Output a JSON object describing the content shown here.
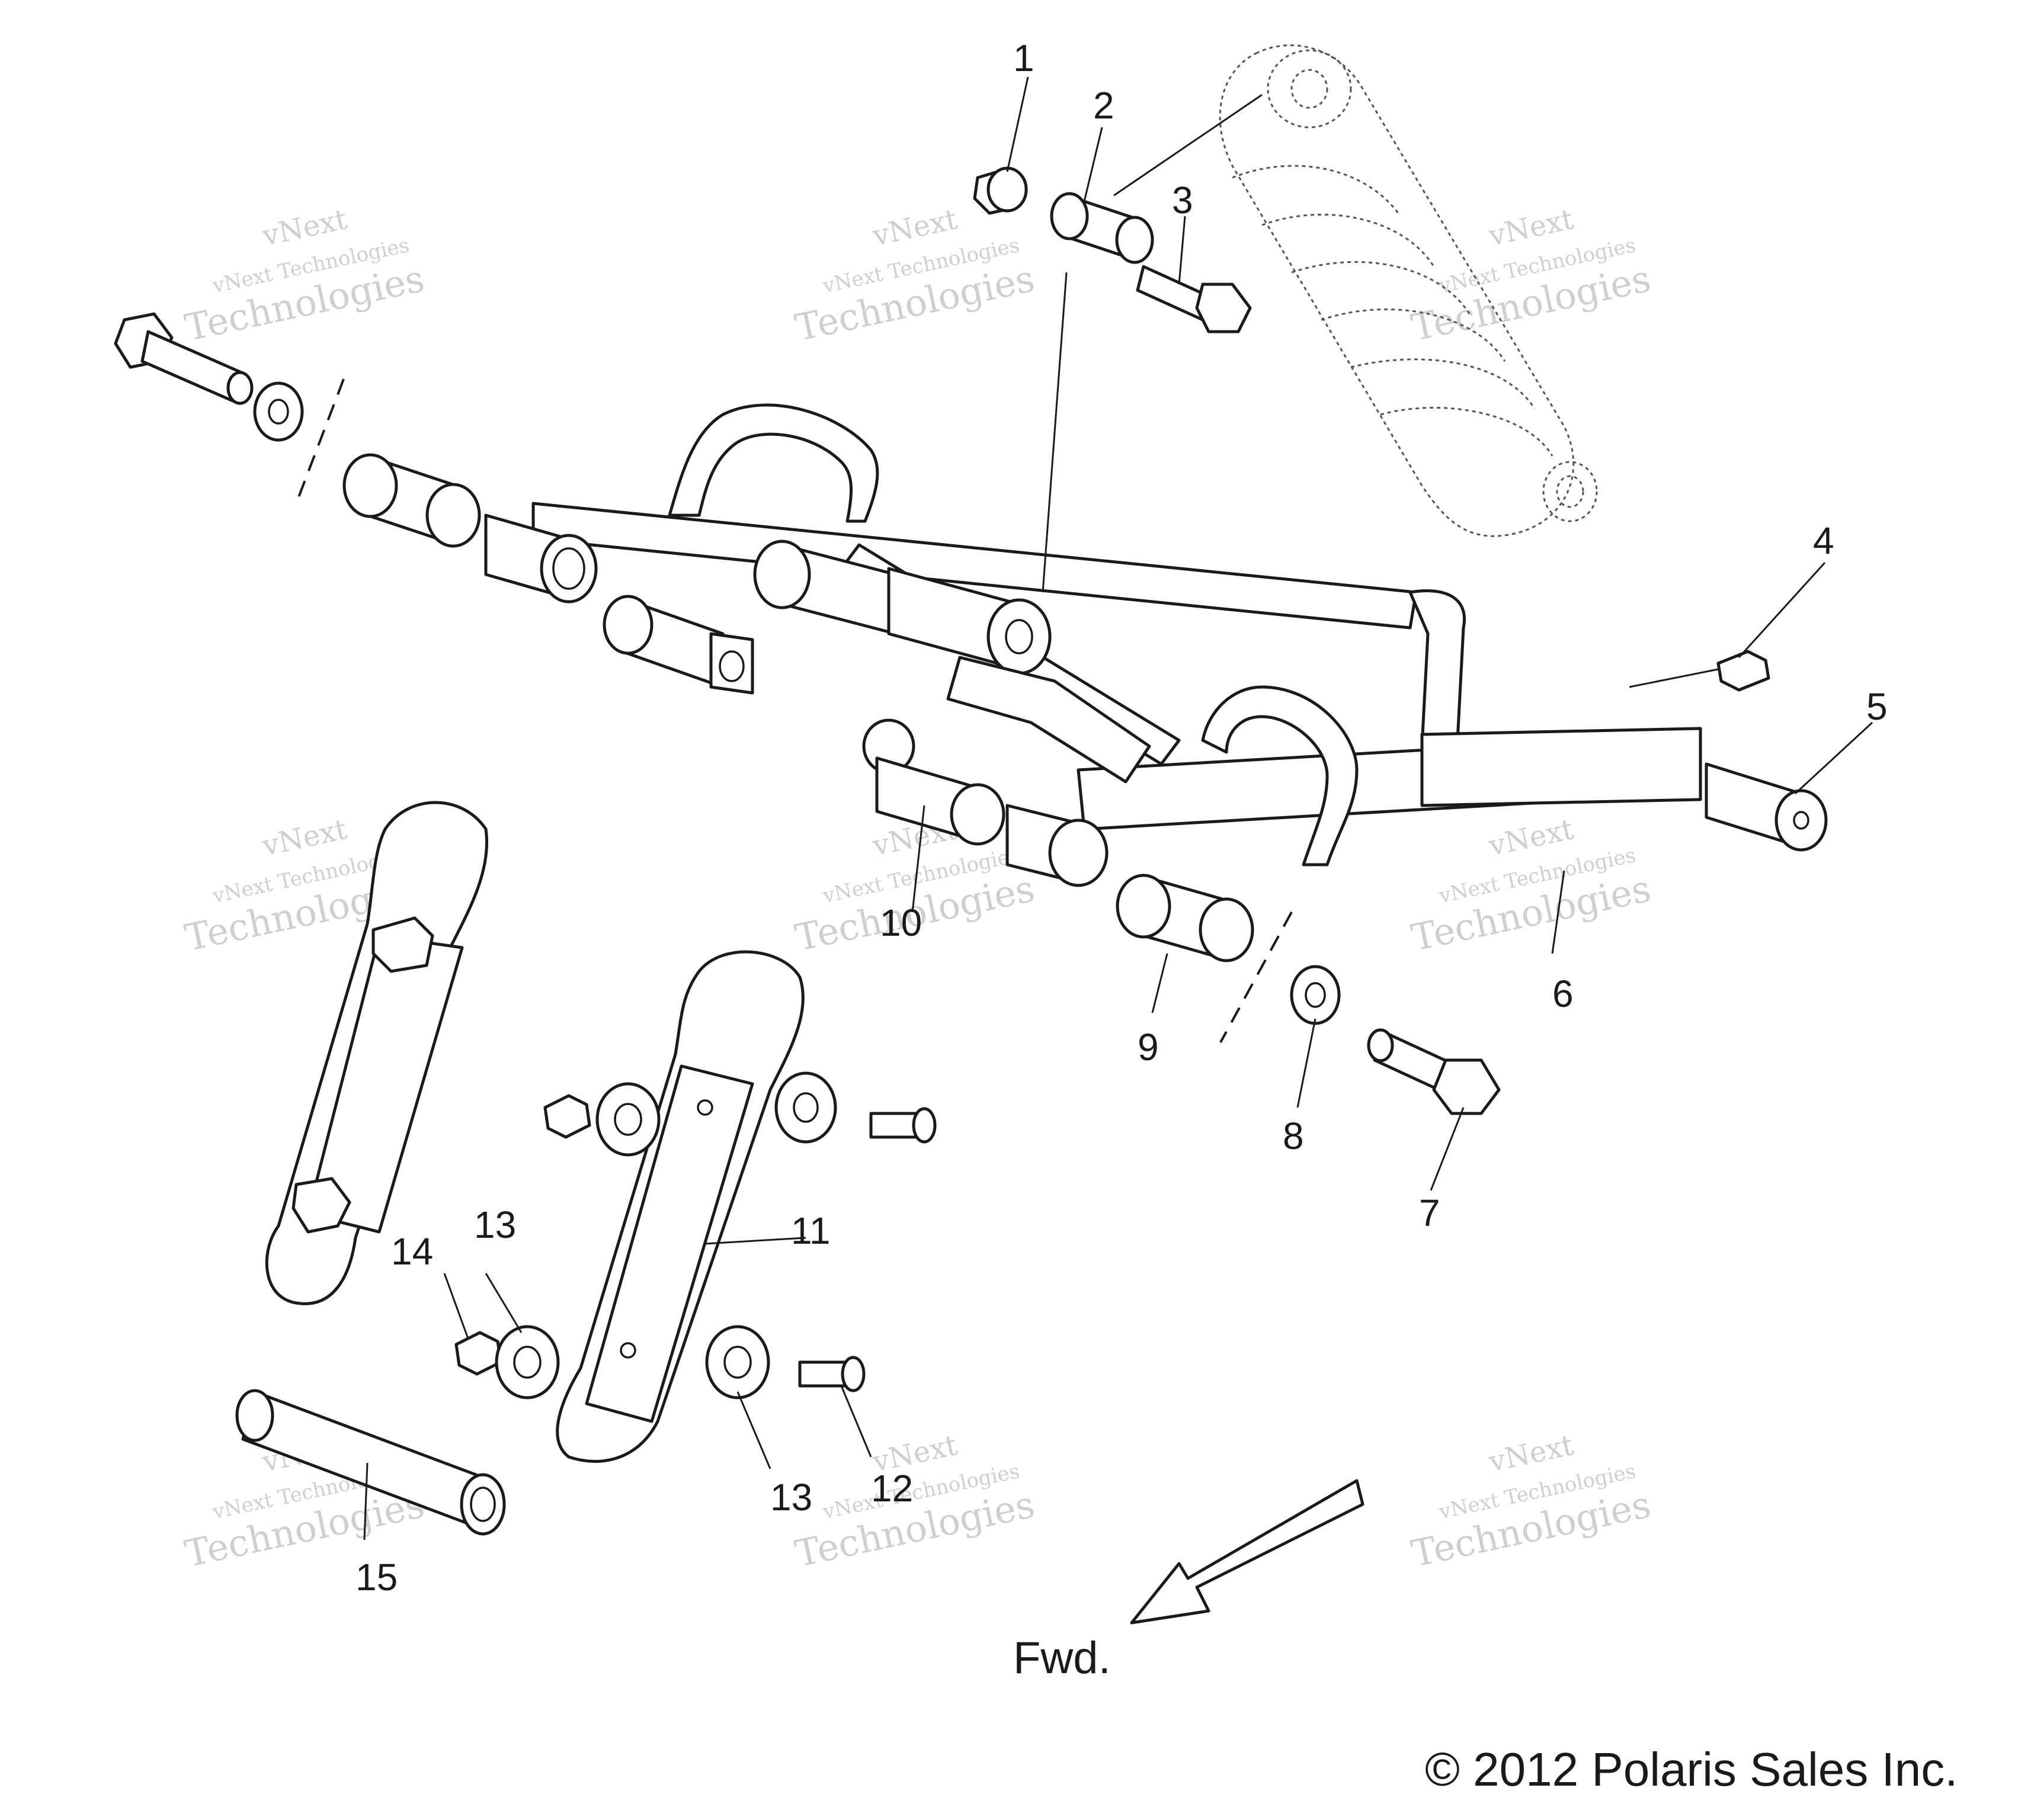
{
  "callouts": [
    {
      "id": "callout-1",
      "label": "1"
    },
    {
      "id": "callout-2",
      "label": "2"
    },
    {
      "id": "callout-3",
      "label": "3"
    },
    {
      "id": "callout-4",
      "label": "4"
    },
    {
      "id": "callout-5",
      "label": "5"
    },
    {
      "id": "callout-6",
      "label": "6"
    },
    {
      "id": "callout-7",
      "label": "7"
    },
    {
      "id": "callout-8",
      "label": "8"
    },
    {
      "id": "callout-9",
      "label": "9"
    },
    {
      "id": "callout-10",
      "label": "10"
    },
    {
      "id": "callout-11",
      "label": "11"
    },
    {
      "id": "callout-12",
      "label": "12"
    },
    {
      "id": "callout-13a",
      "label": "13"
    },
    {
      "id": "callout-13b",
      "label": "13"
    },
    {
      "id": "callout-14",
      "label": "14"
    },
    {
      "id": "callout-15",
      "label": "15"
    }
  ],
  "direction_label": "Fwd.",
  "copyright": "© 2012 Polaris Sales Inc.",
  "watermark": {
    "line1": "vNext",
    "line2": "vNext Technologies",
    "line3": "Technologies"
  }
}
